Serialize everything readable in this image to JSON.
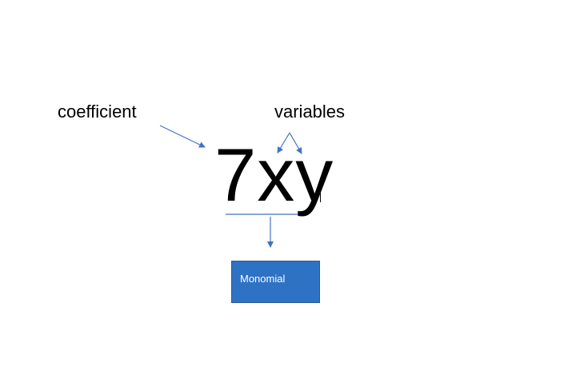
{
  "labels": {
    "coefficient": "coefficient",
    "variables": "variables"
  },
  "expression": "7xy",
  "result_box": {
    "text": "Monomial"
  },
  "colors": {
    "arrow": "#4472c4",
    "box_fill": "#2e72c4",
    "text": "#000000",
    "box_text": "#ffffff"
  }
}
